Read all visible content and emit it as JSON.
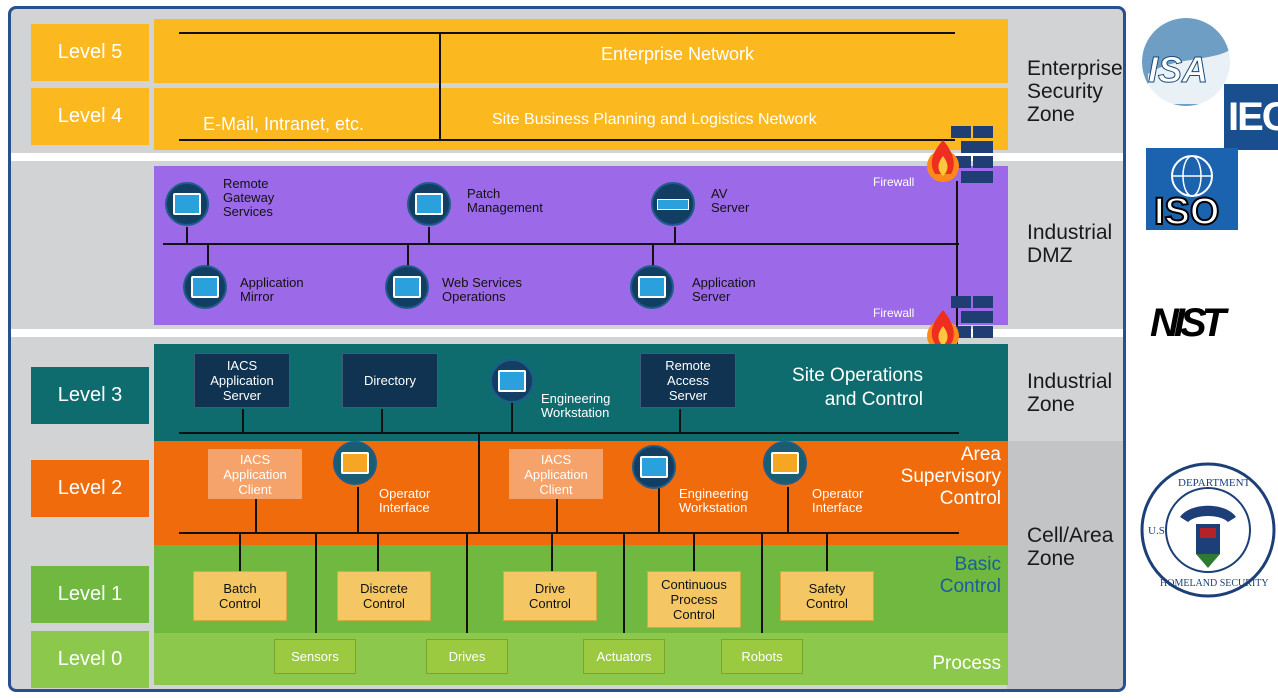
{
  "levels": {
    "l5": "Level 5",
    "l4": "Level 4",
    "l3": "Level 3",
    "l2": "Level 2",
    "l1": "Level 1",
    "l0": "Level 0"
  },
  "zones": {
    "enterprise": [
      "Enterprise",
      "Security",
      "Zone"
    ],
    "dmz": [
      "Industrial",
      "DMZ"
    ],
    "industrial": [
      "Industrial",
      "Zone"
    ],
    "cell": [
      "Cell/Area",
      "Zone"
    ]
  },
  "enterprise": {
    "network": "Enterprise Network",
    "email": "E-Mail, Intranet, etc.",
    "site_business": "Site Business Planning and Logistics Network"
  },
  "firewall": "Firewall",
  "dmz": {
    "remote_gateway": [
      "Remote",
      "Gateway",
      "Services"
    ],
    "patch": [
      "Patch",
      "Management"
    ],
    "av": [
      "AV",
      "Server"
    ],
    "app_mirror": [
      "Application",
      "Mirror"
    ],
    "web_services": [
      "Web Services",
      "Operations"
    ],
    "app_server": [
      "Application",
      "Server"
    ]
  },
  "site_ops": {
    "title": [
      "Site Operations",
      "and Control"
    ],
    "iacs_server": [
      "IACS",
      "Application",
      "Server"
    ],
    "directory": "Directory",
    "eng_ws": [
      "Engineering",
      "Workstation"
    ],
    "remote_access": [
      "Remote",
      "Access",
      "Server"
    ]
  },
  "area": {
    "title": [
      "Area",
      "Supervisory",
      "Control"
    ],
    "iacs_client1": [
      "IACS",
      "Application",
      "Client"
    ],
    "op_interface1": [
      "Operator",
      "Interface"
    ],
    "iacs_client2": [
      "IACS",
      "Application",
      "Client"
    ],
    "eng_ws": [
      "Engineering",
      "Workstation"
    ],
    "op_interface2": [
      "Operator",
      "Interface"
    ]
  },
  "basic": {
    "title": [
      "Basic",
      "Control"
    ],
    "batch": [
      "Batch",
      "Control"
    ],
    "discrete": [
      "Discrete",
      "Control"
    ],
    "drive": [
      "Drive",
      "Control"
    ],
    "continuous": [
      "Continuous",
      "Process",
      "Control"
    ],
    "safety": [
      "Safety",
      "Control"
    ]
  },
  "process": {
    "title": "Process",
    "sensors": "Sensors",
    "drives": "Drives",
    "actuators": "Actuators",
    "robots": "Robots"
  },
  "logos": {
    "isa": "ISA",
    "iec": "IEC",
    "iso": "ISO",
    "nist": "NIST",
    "dhs_top": "DEPARTMENT",
    "dhs_left": "U.S.",
    "dhs_bottom": "HOMELAND SECURITY"
  },
  "colors": {
    "frame": "#2a4f8f",
    "enterprise": "#fbb81f",
    "dmz": "#9c6ae8",
    "site": "#0f6c6e",
    "area": "#ef6b0c",
    "basic": "#70b83f",
    "process": "#8cc84b"
  }
}
